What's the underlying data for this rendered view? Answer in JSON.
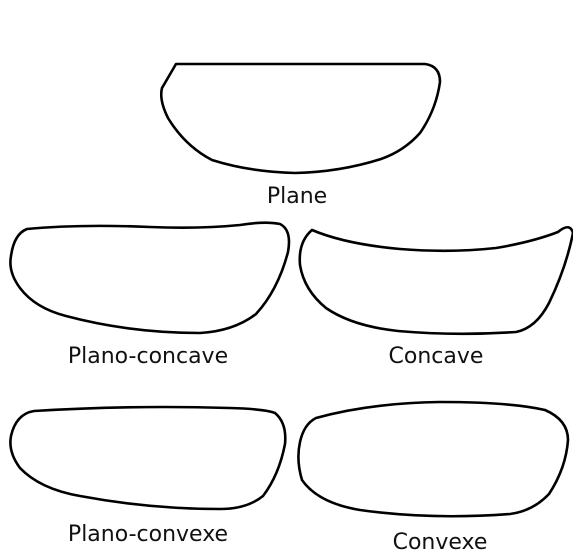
{
  "shapes": [
    {
      "id": "plane",
      "label": "Plane"
    },
    {
      "id": "plano-concave",
      "label": "Plano-concave"
    },
    {
      "id": "concave",
      "label": "Concave"
    },
    {
      "id": "plano-convexe",
      "label": "Plano-convexe"
    },
    {
      "id": "convexe",
      "label": "Convexe"
    }
  ],
  "colors": {
    "stroke": "#000000",
    "text": "#111111",
    "background": "#ffffff"
  }
}
